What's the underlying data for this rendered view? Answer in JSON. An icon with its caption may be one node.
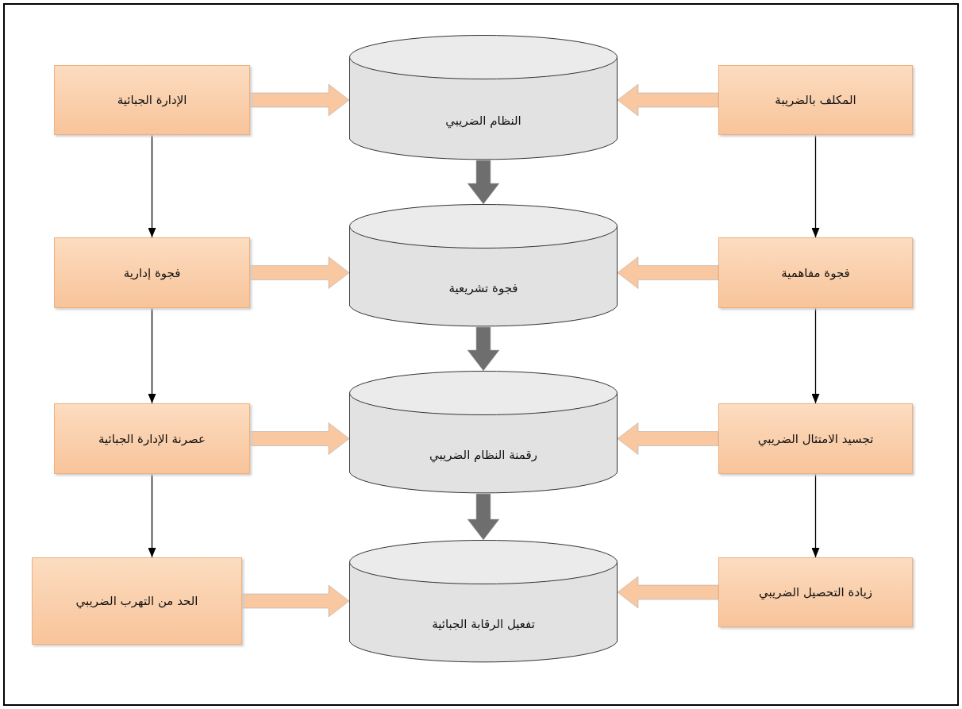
{
  "diagram": {
    "nodes": [
      {
        "text": [
          "الإدارة الجبائية"
        ]
      },
      {
        "text": [
          "النظام الضريبي"
        ]
      },
      {
        "text": [
          "المكلف بالضريبة"
        ]
      },
      {
        "text": [
          "فجوة إدارية"
        ]
      },
      {
        "text": [
          "فجوة تشريعية"
        ]
      },
      {
        "text": [
          "فجوة مفاهمية"
        ]
      },
      {
        "text": [
          "عصرنة الإدارة الجبائية"
        ]
      },
      {
        "text": [
          "رقمنة النظام الضريبي"
        ]
      },
      {
        "text": [
          "تجسيد الامتثال الضريبي"
        ]
      },
      {
        "text": [
          "الحد من التهرب الضريبي"
        ]
      },
      {
        "text": [
          "تفعيل الرقابة الجبائية"
        ]
      },
      {
        "text": [
          "زيادة التحصيل الضريبي"
        ]
      }
    ],
    "edges": [
      {
        "from": 0,
        "to": 1,
        "arrow": "to",
        "style": "thick",
        "color": "#f9c7a0"
      },
      {
        "from": 2,
        "to": 1,
        "arrow": "to",
        "style": "thick",
        "color": "#f9c7a0"
      },
      {
        "from": 3,
        "to": 4,
        "arrow": "to",
        "style": "thick",
        "color": "#f9c7a0"
      },
      {
        "from": 5,
        "to": 4,
        "arrow": "to",
        "style": "thick",
        "color": "#f9c7a0"
      },
      {
        "from": 6,
        "to": 7,
        "arrow": "to",
        "style": "thick",
        "color": "#f9c7a0"
      },
      {
        "from": 8,
        "to": 7,
        "arrow": "to",
        "style": "thick",
        "color": "#f9c7a0"
      },
      {
        "from": 9,
        "to": 10,
        "arrow": "to",
        "style": "thick",
        "color": "#f9c7a0"
      },
      {
        "from": 11,
        "to": 10,
        "arrow": "to",
        "style": "thick",
        "color": "#f9c7a0"
      },
      {
        "from": 1,
        "to": 4,
        "arrow": "to",
        "style": "thick",
        "color": "#6e6e6e"
      },
      {
        "from": 4,
        "to": 7,
        "arrow": "to",
        "style": "thick",
        "color": "#6e6e6e"
      },
      {
        "from": 7,
        "to": 10,
        "arrow": "to",
        "style": "thick",
        "color": "#6e6e6e"
      },
      {
        "from": 0,
        "to": 3,
        "arrow": "to"
      },
      {
        "from": 3,
        "to": 6,
        "arrow": "to"
      },
      {
        "from": 6,
        "to": 9,
        "arrow": "to"
      },
      {
        "from": 2,
        "to": 5,
        "arrow": "to"
      },
      {
        "from": 5,
        "to": 8,
        "arrow": "to"
      },
      {
        "from": 8,
        "to": 11,
        "arrow": "to"
      }
    ]
  }
}
